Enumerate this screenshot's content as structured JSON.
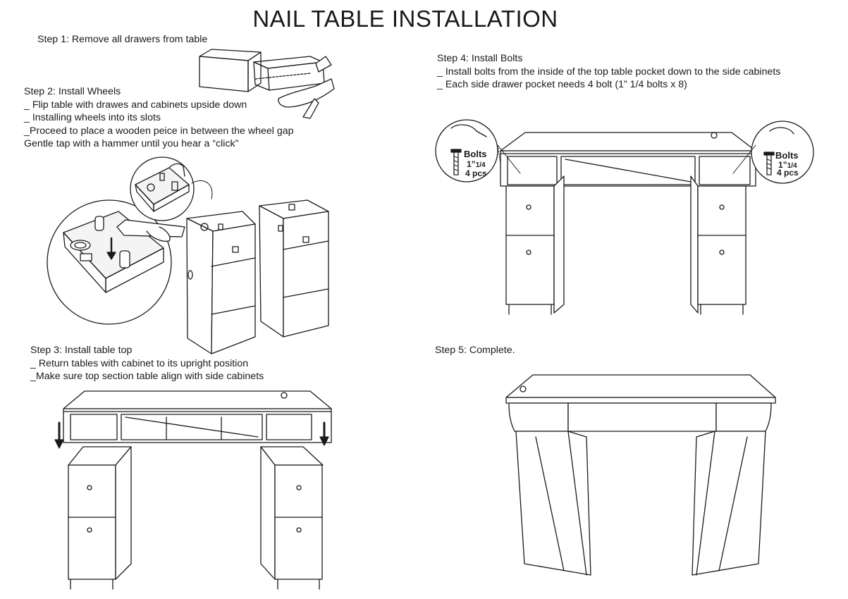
{
  "title": "NAIL TABLE INSTALLATION",
  "step1": {
    "heading": "Step 1:  Remove all drawers from table"
  },
  "step2": {
    "heading": "Step 2: Install  Wheels",
    "lines": [
      "_ Flip table with drawes and cabinets upside down",
      "_ Installing wheels into its slots",
      "_Proceed to place a wooden peice in between the wheel gap",
      "Gentle tap with a hammer until you hear a “click”"
    ]
  },
  "step3": {
    "heading": "Step 3:  Install  table top",
    "lines": [
      "_ Return tables with cabinet to its upright position",
      "_Make sure top section table align with side cabinets"
    ]
  },
  "step4": {
    "heading": "Step 4:  Install Bolts",
    "lines": [
      "_ Install bolts from the inside of the top table pocket down to the side cabinets",
      "_ Each side drawer pocket needs 4 bolt (1” 1/4 bolts x 8)"
    ],
    "callout": {
      "word": "Bolts",
      "size_main": "1”",
      "size_frac": "1/4",
      "qty": "4 pcs"
    }
  },
  "step5": {
    "heading": "Step 5: Complete."
  }
}
